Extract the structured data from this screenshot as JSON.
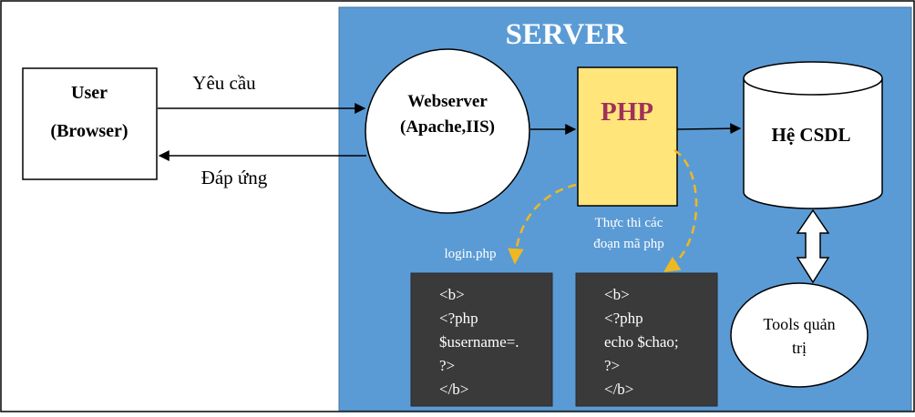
{
  "server": {
    "title": "SERVER"
  },
  "user_box": {
    "line1": "User",
    "line2": "(Browser)"
  },
  "request_label": "Yêu cầu",
  "response_label": "Đáp ứng",
  "webserver": {
    "line1": "Webserver",
    "line2": "(Apache,IIS)"
  },
  "php_box": {
    "label": "PHP"
  },
  "database": {
    "label": "Hệ CSDL"
  },
  "execute_label": {
    "line1": "Thực thi các",
    "line2": "đoạn mã php"
  },
  "login_file_label": "login.php",
  "code_left": [
    "<b>",
    "<?php",
    "$username=.",
    "?>",
    "</b>"
  ],
  "code_right": [
    "<b>",
    "<?php",
    "echo $chao;",
    "?>",
    "</b>"
  ],
  "tools": {
    "line1": "Tools quản",
    "line2": "trị"
  },
  "colors": {
    "server_bg": "#5b9bd5",
    "php_fill": "#ffe57a",
    "php_text": "#a0305a",
    "code_bg": "#3a3a3a",
    "dashed_arrow": "#f0b820"
  }
}
